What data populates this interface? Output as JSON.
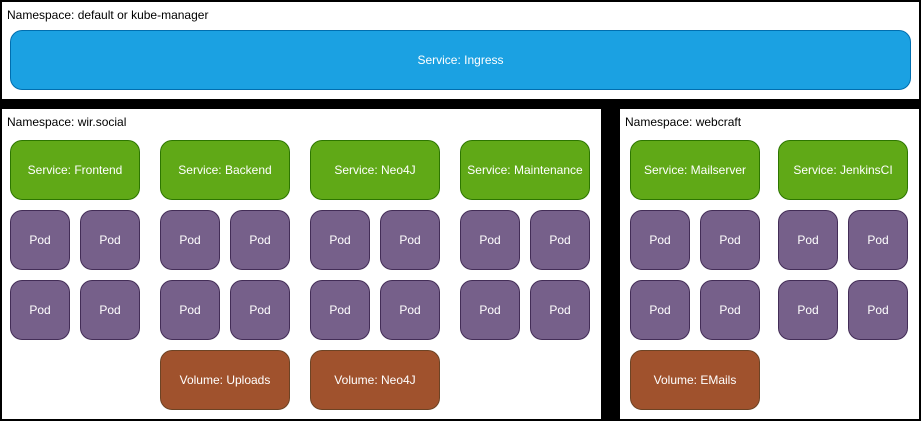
{
  "colors": {
    "background": "#000000",
    "panel": "#ffffff",
    "label_text": "#000000",
    "box_text": "#ffffff",
    "ingress_fill": "#1ba1e2",
    "ingress_stroke": "#006eaf",
    "service_fill": "#60a917",
    "service_stroke": "#2d7600",
    "pod_fill": "#76608a",
    "pod_stroke": "#432d57",
    "volume_fill": "#a0522d",
    "volume_stroke": "#6d4324"
  },
  "top_panel": {
    "label": "Namespace: default or kube-manager",
    "ingress_label": "Service: Ingress"
  },
  "wir_social_panel": {
    "label": "Namespace: wir.social",
    "services": [
      "Service: Frontend",
      "Service: Backend",
      "Service: Neo4J",
      "Service: Maintenance"
    ],
    "pod_label": "Pod",
    "pods_per_service": 4,
    "volumes": [
      "Volume: Uploads",
      "Volume: Neo4J"
    ]
  },
  "webcraft_panel": {
    "label": "Namespace: webcraft",
    "services": [
      "Service: Mailserver",
      "Service: JenkinsCI"
    ],
    "pod_label": "Pod",
    "pods_per_service": 4,
    "volumes": [
      "Volume: EMails"
    ]
  }
}
